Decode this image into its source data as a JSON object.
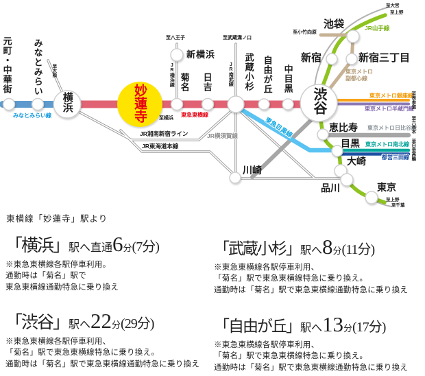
{
  "map": {
    "stations": {
      "motomachi_chukagai": "元町・中華街",
      "minatomirai": "みなとみらい",
      "yokohama": "横浜",
      "myorenji": "妙蓮寺",
      "kikuna": "菊名",
      "hiyoshi": "日吉",
      "shin_yokohama": "新横浜",
      "musashi_kosugi": "武蔵小杉",
      "jiyugaoka": "自由が丘",
      "naka_meguro": "中目黒",
      "shibuya": "渋谷",
      "kawasaki": "川崎",
      "ikebukuro": "池袋",
      "shinjuku": "新宿",
      "shinjuku_sanchome": "新宿三丁目",
      "ebisu": "恵比寿",
      "meguro": "目黒",
      "osaki": "大崎",
      "shinagawa": "品川",
      "tokyo": "東京"
    },
    "lines": {
      "minatomirai": "みなとみらい線",
      "toyoko": "東急東横線",
      "jr_yokohama": "JR横浜線",
      "jr_nambu": "JR南武線",
      "jr_shonan_shinjuku": "JR湘南新宿ライン",
      "jr_tokaido": "JR東海道本線",
      "jr_yokosuka": "JR横須賀線",
      "tokyu_meguro": "東急目黒線",
      "jr_yamanote": "JR山手線",
      "fukutoshin_l1": "東京メトロ",
      "fukutoshin_l2": "副都心線",
      "ginza": "東京メトロ銀座線",
      "hanzomon": "東京メトロ半蔵門線",
      "hibiya": "東京メトロ日比谷線",
      "namboku": "東京メトロ南北線",
      "mita": "都営三田線"
    },
    "directions": {
      "ofuna": "至大船",
      "hachioji": "至八王子",
      "musashi_mizonokuchi": "至武蔵溝ノ口",
      "yokohama": "至横浜",
      "kotake_mukaihara": "至小竹向原",
      "omiya": "至大宮",
      "ueno_north": "至上野",
      "omotesando": "至表参道",
      "roppongi": "至六本木",
      "shirokane_takanawa": "至白金高輪",
      "ueno_south": "至上野",
      "chiba": "至千葉"
    },
    "colors": {
      "toyoko_line": "#e16273",
      "minatomirai_line": "#5e9ace",
      "tokyu_meguro_line": "#59c3f2",
      "yamanote_line": "#8ec320",
      "fukutoshin_line": "#c7b295",
      "ginza_line": "#f7a218",
      "hanzomon_line": "#8b79b5",
      "hibiya_line": "#a6a6a6",
      "namboku_line": "#00a79d",
      "mita_line": "#1d50a2",
      "jr_line": "#999999",
      "myorenji_highlight": "#ffe400",
      "highlight_text": "#e60012"
    }
  },
  "info": {
    "intro": "東横線「妙蓮寺」駅より",
    "routes": [
      {
        "name": "「横浜」",
        "via": "駅へ直通",
        "minutes": "6",
        "unit": "分",
        "alt": "(7分)",
        "notes": [
          "※東急東横線各駅停車利用。",
          "通勤時は「菊名」駅で",
          "東急東横線通勤特急に乗り換え"
        ]
      },
      {
        "name": "「武蔵小杉」",
        "via": "駅へ",
        "minutes": "8",
        "unit": "分",
        "alt": "(11分)",
        "notes": [
          "※東急東横線各駅停車利用、",
          "「菊名」駅で東急東横線特急に乗り換え。",
          "通勤時は「菊名」駅で東急東横線通勤特急に乗り換え"
        ]
      },
      {
        "name": "「渋谷」",
        "via": "駅へ",
        "minutes": "22",
        "unit": "分",
        "alt": "(29分)",
        "notes": [
          "※東急東横線各駅停車利用、",
          "「菊名」駅で東急東横線特急に乗り換え。",
          "通勤時は「菊名」駅で東急東横線通勤特急に乗り換え"
        ]
      },
      {
        "name": "「自由が丘」",
        "via": "駅へ",
        "minutes": "13",
        "unit": "分",
        "alt": "(17分)",
        "notes": [
          "※東急東横線各駅停車利用、",
          "「菊名」駅で東急東横線特急に乗り換え。",
          "通勤時は「菊名」駅で東急東横線通勤特急に乗り換え"
        ]
      }
    ]
  }
}
